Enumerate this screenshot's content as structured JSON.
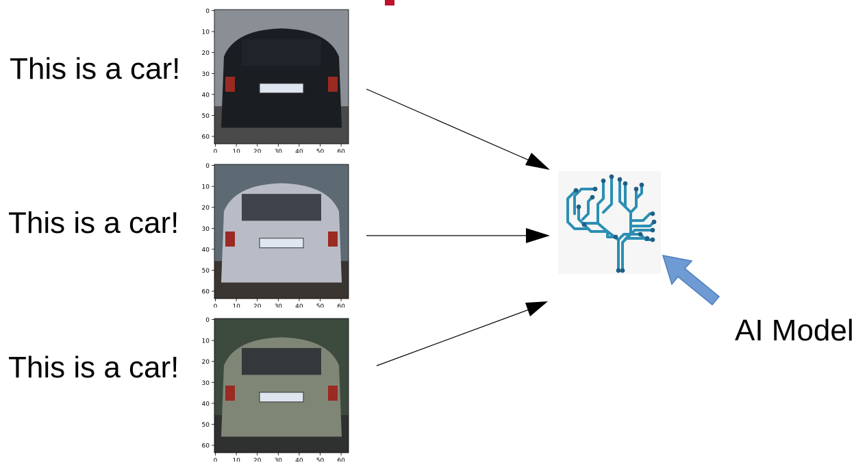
{
  "captions": [
    "This is a car!",
    "This is a car!",
    "This is a car!"
  ],
  "model_label": "AI Model",
  "plots": [
    {
      "name": "car-dark-hatchback",
      "body": "#1a1d22",
      "bg": "#8a8f96",
      "road": "#4a4a4a"
    },
    {
      "name": "car-silver-sedan",
      "body": "#b9bcc6",
      "bg": "#5d6a73",
      "road": "#3a3530"
    },
    {
      "name": "car-grey-wagon",
      "body": "#7f8676",
      "bg": "#3d4a3e",
      "road": "#2f3030"
    }
  ],
  "axis": {
    "y_ticks": [
      "0",
      "10",
      "20",
      "30",
      "40",
      "50",
      "60"
    ],
    "x_ticks": [
      "0",
      "10",
      "20",
      "30",
      "40",
      "50",
      "60"
    ]
  },
  "colors": {
    "brain": "#2b8fb3",
    "brain_dot": "#1f5f85",
    "pointer_arrow": "#6f9bd4",
    "title_fragment": "#c0102a"
  },
  "icons": {
    "model": "circuit-brain-icon",
    "pointer": "up-left-arrow-icon"
  }
}
